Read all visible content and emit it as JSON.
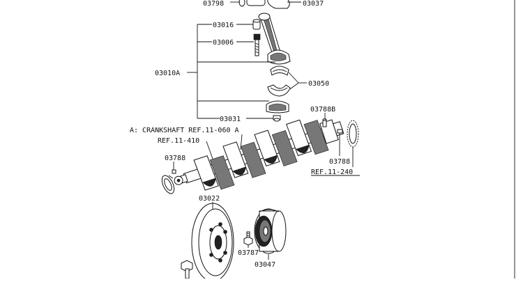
{
  "labels": {
    "p03798": "03798",
    "p03037": "03037",
    "p03016": "03016",
    "p03006": "03006",
    "p03010A": "03010A",
    "p03050": "03050",
    "p03031": "03031",
    "p03788B": "03788B",
    "crank_note": "A: CRANKSHAFT REF.11-060 A",
    "ref_11_410": "REF.11-410",
    "p03788_left": "03788",
    "p03788_right": "03788",
    "ref_11_240": "REF.11-240",
    "p03022": "03022",
    "p03787": "03787",
    "p03047": "03047"
  },
  "icons": [
    "connecting-rod-icon",
    "crankshaft-icon",
    "pulley-icon",
    "damper-icon",
    "bolt-icon",
    "bearing-shell-icon",
    "gear-ring-icon"
  ]
}
